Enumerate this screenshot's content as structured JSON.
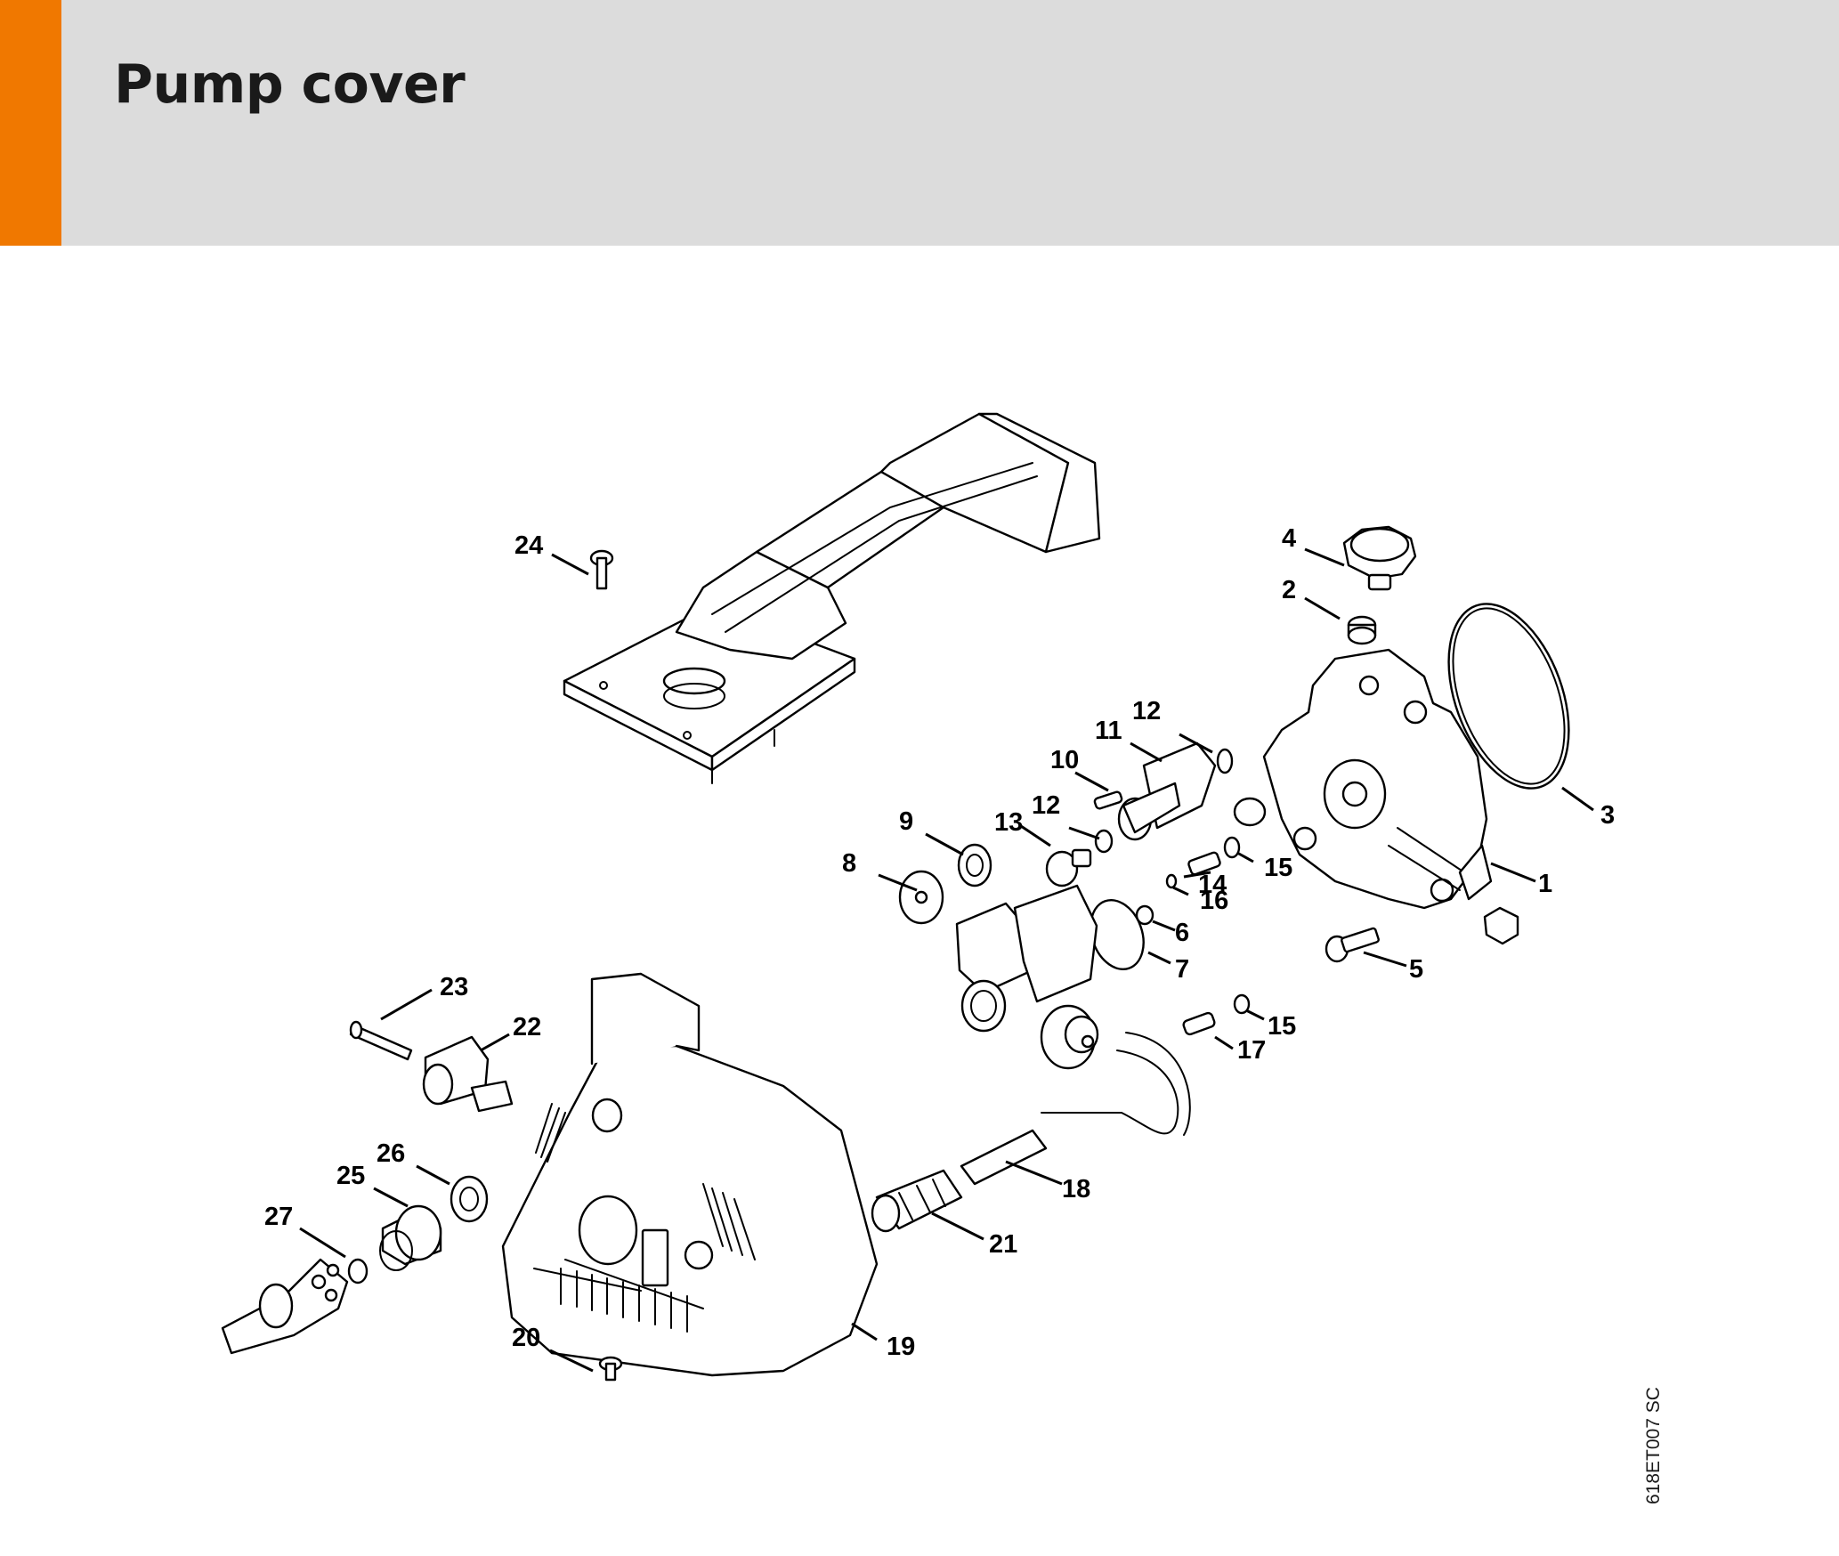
{
  "header": {
    "title": "Pump cover",
    "accent_color": "#f07800",
    "band_color": "#dcdcdc"
  },
  "diagram": {
    "reference_code": "618ET007 SC",
    "callouts": [
      "1",
      "2",
      "3",
      "4",
      "5",
      "6",
      "7",
      "8",
      "9",
      "10",
      "11",
      "12",
      "12",
      "13",
      "14",
      "15",
      "15",
      "16",
      "17",
      "18",
      "19",
      "20",
      "21",
      "22",
      "23",
      "24",
      "25",
      "26",
      "27"
    ]
  }
}
